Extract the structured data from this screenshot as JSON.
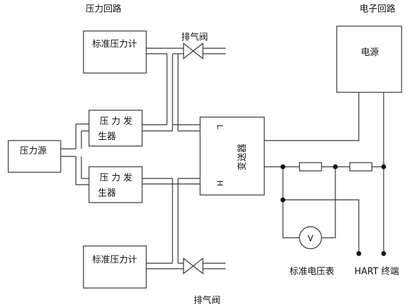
{
  "headings": {
    "pressure_circuit": "压力回路",
    "electronic_circuit": "电子回路"
  },
  "components": {
    "standard_gauge_top": "标准压力计",
    "standard_gauge_bottom": "标准压力计",
    "pressure_source": "压力源",
    "generator_top_line1": "压 力 发",
    "generator_top_line2": "生器",
    "generator_bottom_line1": "压 力 发",
    "generator_bottom_line2": "生器",
    "transmitter": "变送器",
    "port_low": "L",
    "port_high": "H",
    "power_supply": "电源",
    "voltmeter_symbol": "V"
  },
  "labels": {
    "vent_valve_top": "排气阀",
    "vent_valve_bottom": "排气阀",
    "standard_voltmeter": "标准电压表",
    "hart_terminal": "HART 终端"
  }
}
